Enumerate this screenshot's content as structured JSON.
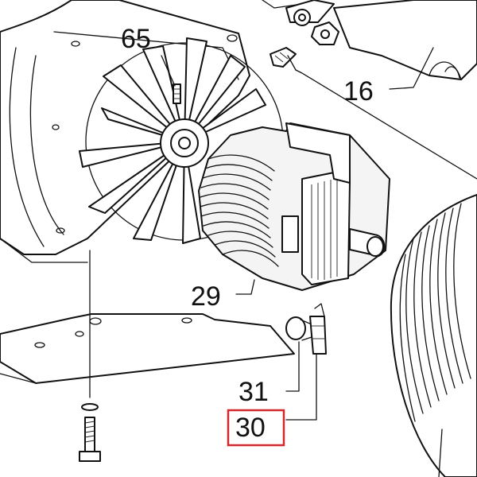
{
  "diagram": {
    "callouts": [
      {
        "id": "fan",
        "number": "65"
      },
      {
        "id": "top-part",
        "number": "16"
      },
      {
        "id": "motor",
        "number": "29"
      },
      {
        "id": "cap",
        "number": "31"
      },
      {
        "id": "clip",
        "number": "30",
        "highlighted": true
      }
    ],
    "colors": {
      "line": "#111111",
      "paper": "#ffffff",
      "highlight": "#d0282c"
    }
  }
}
